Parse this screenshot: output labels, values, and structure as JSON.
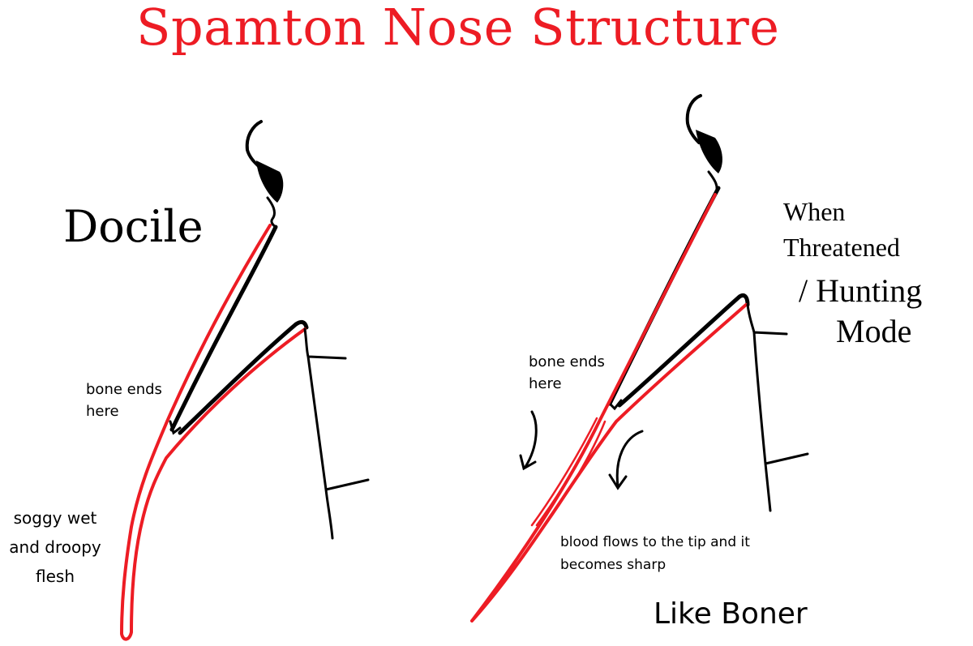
{
  "title": "Spamton Nose Structure",
  "colors": {
    "title": "#ed1c24",
    "flesh_outline": "#ed1c24",
    "bone_outline": "#000000",
    "background": "#ffffff"
  },
  "left_panel": {
    "state_label": "Docile",
    "bone_note_line1": "bone ends",
    "bone_note_line2": "here",
    "flesh_note_line1": "soggy wet",
    "flesh_note_line2": "and droopy",
    "flesh_note_line3": "flesh"
  },
  "right_panel": {
    "state_label_line1": "When",
    "state_label_line2": "Threatened",
    "state_label_line3": "/ Hunting",
    "state_label_line4": "Mode",
    "bone_note_line1": "bone ends",
    "bone_note_line2": "here",
    "blood_note_line1": "blood flows to the tip and  it",
    "blood_note_line2": "becomes sharp",
    "comparison_note": "Like Boner"
  }
}
